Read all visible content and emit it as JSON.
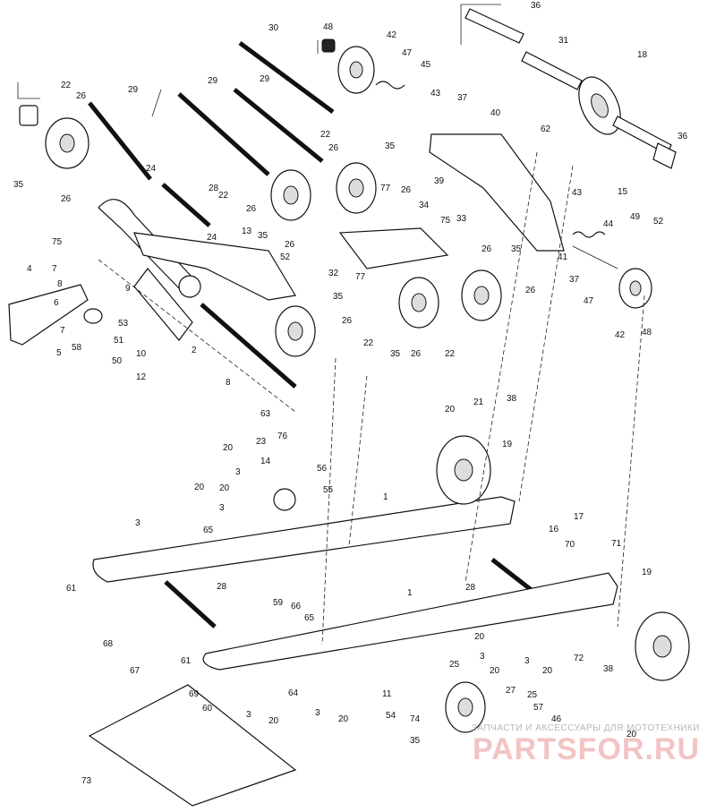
{
  "diagram": {
    "labels": {
      "l1": "22",
      "l2": "26",
      "l3": "29",
      "l4": "29",
      "l5": "29",
      "l6": "30",
      "l7": "48",
      "l8": "42",
      "l9": "47",
      "l10": "45",
      "l11": "36",
      "l12": "31",
      "l13": "18",
      "l14": "36",
      "l15": "43",
      "l16": "37",
      "l17": "40",
      "l18": "62",
      "l19": "22",
      "l20": "26",
      "l21": "35",
      "l22": "35",
      "l23": "26",
      "l24": "24",
      "l25": "75",
      "l26": "28",
      "l27": "22",
      "l28": "26",
      "l29": "35",
      "l30": "26",
      "l31": "24",
      "l32": "13",
      "l33": "77",
      "l34": "26",
      "l35": "39",
      "l36": "34",
      "l37": "33",
      "l38": "43",
      "l39": "15",
      "l40": "44",
      "l41": "49",
      "l42": "52",
      "l43": "75",
      "l44": "52",
      "l45": "32",
      "l46": "77",
      "l47": "26",
      "l48": "35",
      "l49": "41",
      "l50": "37",
      "l51": "47",
      "l52": "42",
      "l53": "48",
      "l54": "4",
      "l55": "7",
      "l56": "8",
      "l57": "9",
      "l58": "6",
      "l59": "7",
      "l60": "58",
      "l61": "5",
      "l62": "53",
      "l63": "51",
      "l64": "50",
      "l65": "10",
      "l66": "12",
      "l67": "2",
      "l68": "26",
      "l69": "35",
      "l70": "35",
      "l71": "26",
      "l72": "22",
      "l73": "26",
      "l74": "22",
      "l75": "8",
      "l76": "63",
      "l77": "76",
      "l78": "56",
      "l79": "23",
      "l80": "20",
      "l81": "14",
      "l82": "20",
      "l83": "3",
      "l84": "55",
      "l85": "20",
      "l86": "3",
      "l87": "65",
      "l88": "1",
      "l89": "20",
      "l90": "21",
      "l91": "38",
      "l92": "19",
      "l93": "3",
      "l94": "61",
      "l95": "16",
      "l96": "17",
      "l97": "70",
      "l98": "71",
      "l99": "28",
      "l100": "19",
      "l101": "28",
      "l102": "59",
      "l103": "66",
      "l104": "65",
      "l105": "1",
      "l106": "68",
      "l107": "67",
      "l108": "61",
      "l109": "69",
      "l110": "60",
      "l111": "64",
      "l112": "3",
      "l113": "20",
      "l114": "3",
      "l115": "20",
      "l116": "11",
      "l117": "54",
      "l118": "74",
      "l119": "25",
      "l120": "3",
      "l121": "20",
      "l122": "20",
      "l123": "3",
      "l124": "20",
      "l125": "72",
      "l126": "38",
      "l127": "27",
      "l128": "25",
      "l129": "57",
      "l130": "46",
      "l131": "35",
      "l132": "20",
      "l133": "73"
    }
  },
  "watermark": {
    "tagline": "ЗАПЧАСТИ И АКСЕССУАРЫ ДЛЯ МОТОТЕХНИКИ",
    "brand": "PARTSFOR.RU"
  }
}
